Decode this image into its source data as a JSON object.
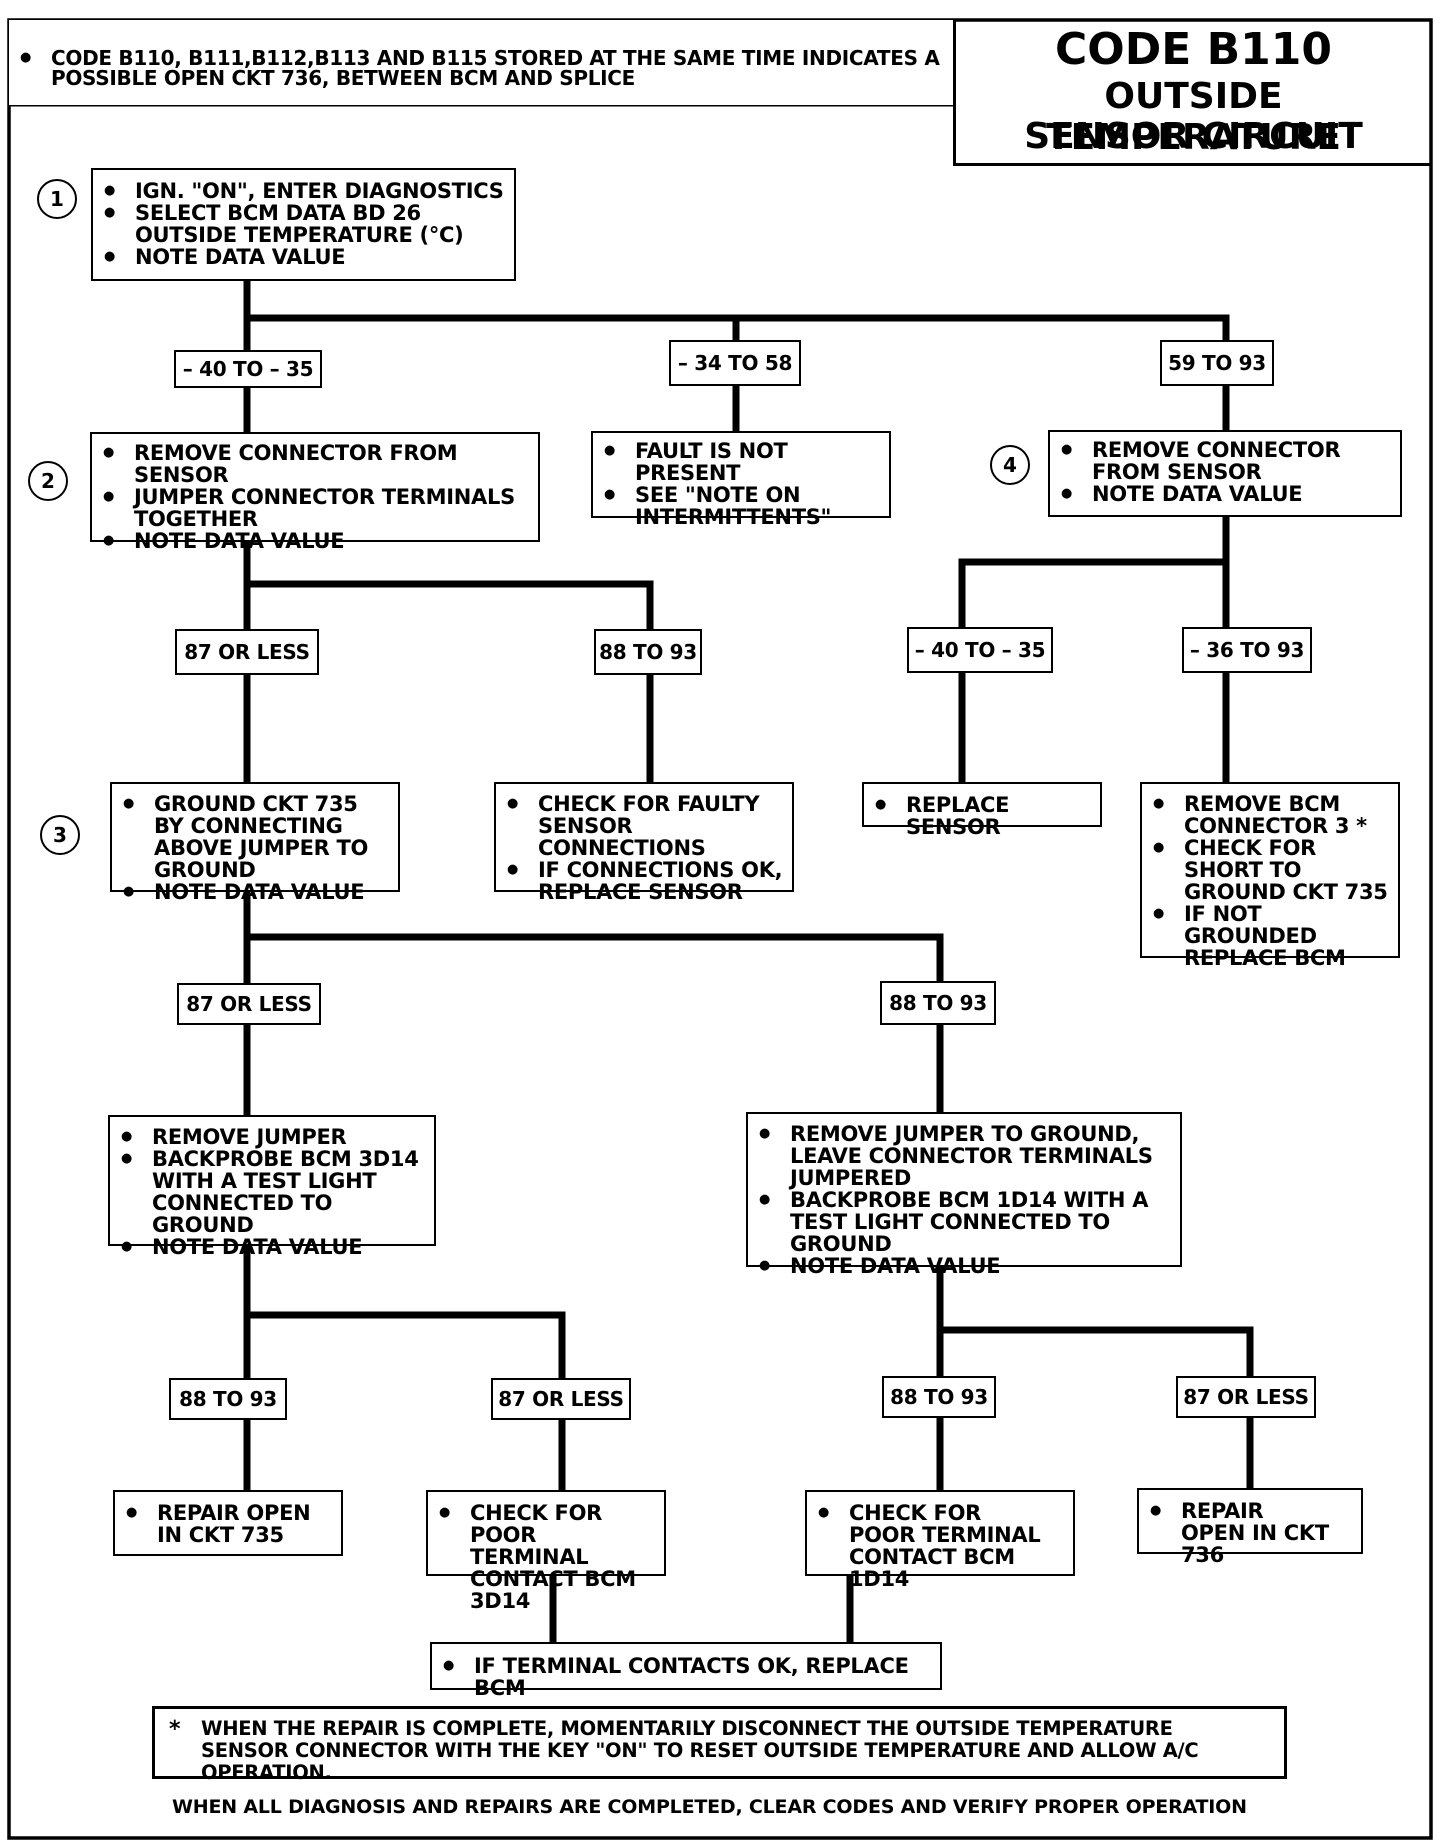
{
  "header": {
    "note": "CODE B110, B111,B112,B113 AND B115 STORED AT THE SAME TIME INDICATES A POSSIBLE OPEN CKT 736, BETWEEN BCM AND SPLICE",
    "title": "CODE B110",
    "subtitle_line1": "OUTSIDE TEMPERATURE",
    "subtitle_line2": "SENSOR CIRCUIT"
  },
  "steps": {
    "s1": "1",
    "s2": "2",
    "s3": "3",
    "s4": "4"
  },
  "boxes": {
    "b1": [
      "IGN. \"ON\", ENTER DIAGNOSTICS",
      "SELECT BCM DATA BD 26  OUTSIDE TEMPERATURE  (°C)",
      "NOTE DATA VALUE"
    ],
    "b2": [
      "REMOVE CONNECTOR FROM SENSOR",
      "JUMPER CONNECTOR TERMINALS TOGETHER",
      "NOTE DATA VALUE"
    ],
    "b_fault": [
      "FAULT IS NOT PRESENT",
      "SEE \"NOTE ON INTERMITTENTS\""
    ],
    "b4": [
      "REMOVE CONNECTOR FROM SENSOR",
      "NOTE DATA VALUE"
    ],
    "b3": [
      "GROUND CKT 735 BY CONNECTING ABOVE JUMPER TO GROUND",
      "NOTE DATA VALUE"
    ],
    "b_faulty": [
      "CHECK FOR FAULTY SENSOR CONNECTIONS",
      "IF CONNECTIONS OK, REPLACE SENSOR"
    ],
    "b_replace": [
      "REPLACE SENSOR"
    ],
    "b_bcm3": [
      "REMOVE BCM CONNECTOR 3 *",
      "CHECK FOR SHORT TO GROUND CKT 735",
      "IF NOT GROUNDED REPLACE BCM"
    ],
    "b_rj1": [
      "REMOVE JUMPER",
      "BACKPROBE BCM 3D14 WITH A TEST LIGHT CONNECTED TO GROUND",
      "NOTE DATA VALUE"
    ],
    "b_rj2": [
      "REMOVE JUMPER TO GROUND, LEAVE CONNECTOR TERMINALS JUMPERED",
      "BACKPROBE BCM 1D14 WITH A TEST LIGHT CONNECTED TO GROUND",
      "NOTE DATA VALUE"
    ],
    "b_repair735": [
      "REPAIR OPEN  IN CKT 735"
    ],
    "b_poor3": [
      "CHECK FOR POOR TERMINAL CONTACT BCM 3D14"
    ],
    "b_poor1": [
      "CHECK FOR POOR TERMINAL CONTACT BCM 1D14"
    ],
    "b_repair736": [
      "REPAIR OPEN IN CKT 736"
    ],
    "b_final": [
      "IF TERMINAL CONTACTS  OK, REPLACE  BCM"
    ]
  },
  "labels": {
    "l1": "– 40 TO – 35",
    "l2": "– 34 TO 58",
    "l3": "59 TO 93",
    "l4": "87 OR LESS",
    "l5": "88 TO 93",
    "l6": "– 40 TO – 35",
    "l7": "– 36 TO 93",
    "l8": "87 OR LESS",
    "l9": "88 TO 93",
    "l10": "88 TO 93",
    "l11": "87 OR LESS",
    "l12": "88 TO 93",
    "l13": "87 OR LESS"
  },
  "footer": {
    "star": "*",
    "note": "WHEN THE REPAIR IS COMPLETE, MOMENTARILY DISCONNECT THE OUTSIDE TEMPERATURE SENSOR CONNECTOR WITH THE KEY \"ON\" TO RESET OUTSIDE TEMPERATURE AND ALLOW A/C OPERATION.",
    "final": "WHEN ALL DIAGNOSIS AND REPAIRS ARE COMPLETED, CLEAR CODES AND VERIFY PROPER OPERATION"
  }
}
